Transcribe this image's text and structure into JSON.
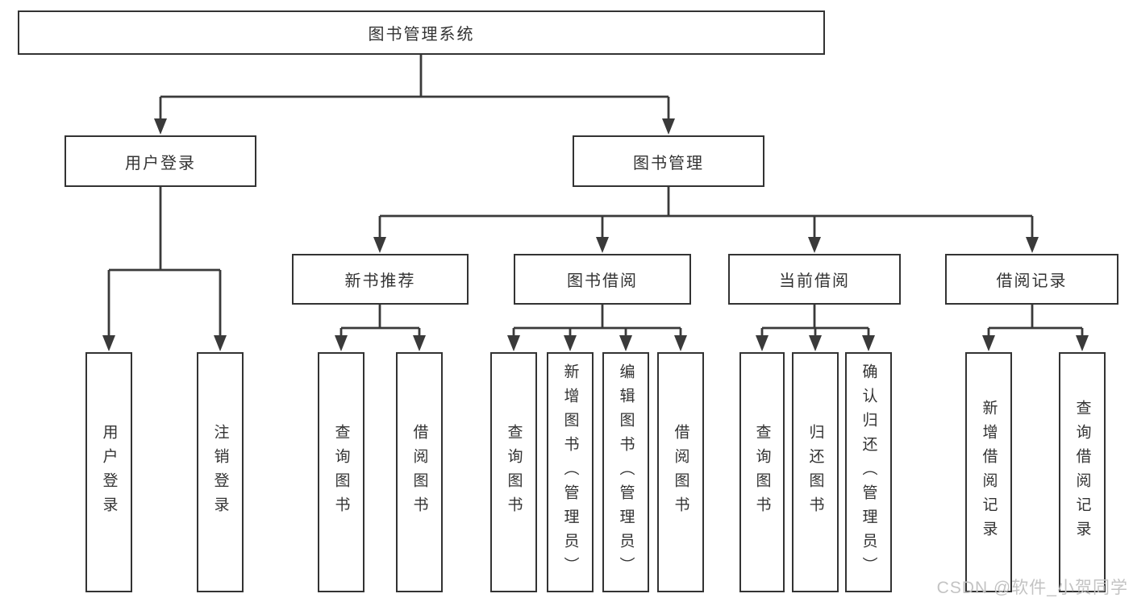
{
  "diagram": {
    "root": "图书管理系统",
    "level2": {
      "login": "用户登录",
      "manage": "图书管理"
    },
    "level3": {
      "recommend": "新书推荐",
      "borrow": "图书借阅",
      "current": "当前借阅",
      "records": "借阅记录"
    },
    "leaves": {
      "login": [
        "用户登录",
        "注销登录"
      ],
      "recommend": [
        "查询图书",
        "借阅图书"
      ],
      "borrow": [
        "查询图书",
        "新增图书（管理员）",
        "编辑图书（管理员）",
        "借阅图书"
      ],
      "current": [
        "查询图书",
        "归还图书",
        "确认归还（管理员）"
      ],
      "records": [
        "新增借阅记录",
        "查询借阅记录"
      ]
    }
  },
  "watermark": "CSDN @软件_小贺同学",
  "colors": {
    "line": "#3a3a3a",
    "box_border": "#333333",
    "text": "#333333",
    "watermark": "#c3c3c3",
    "background": "#ffffff"
  }
}
